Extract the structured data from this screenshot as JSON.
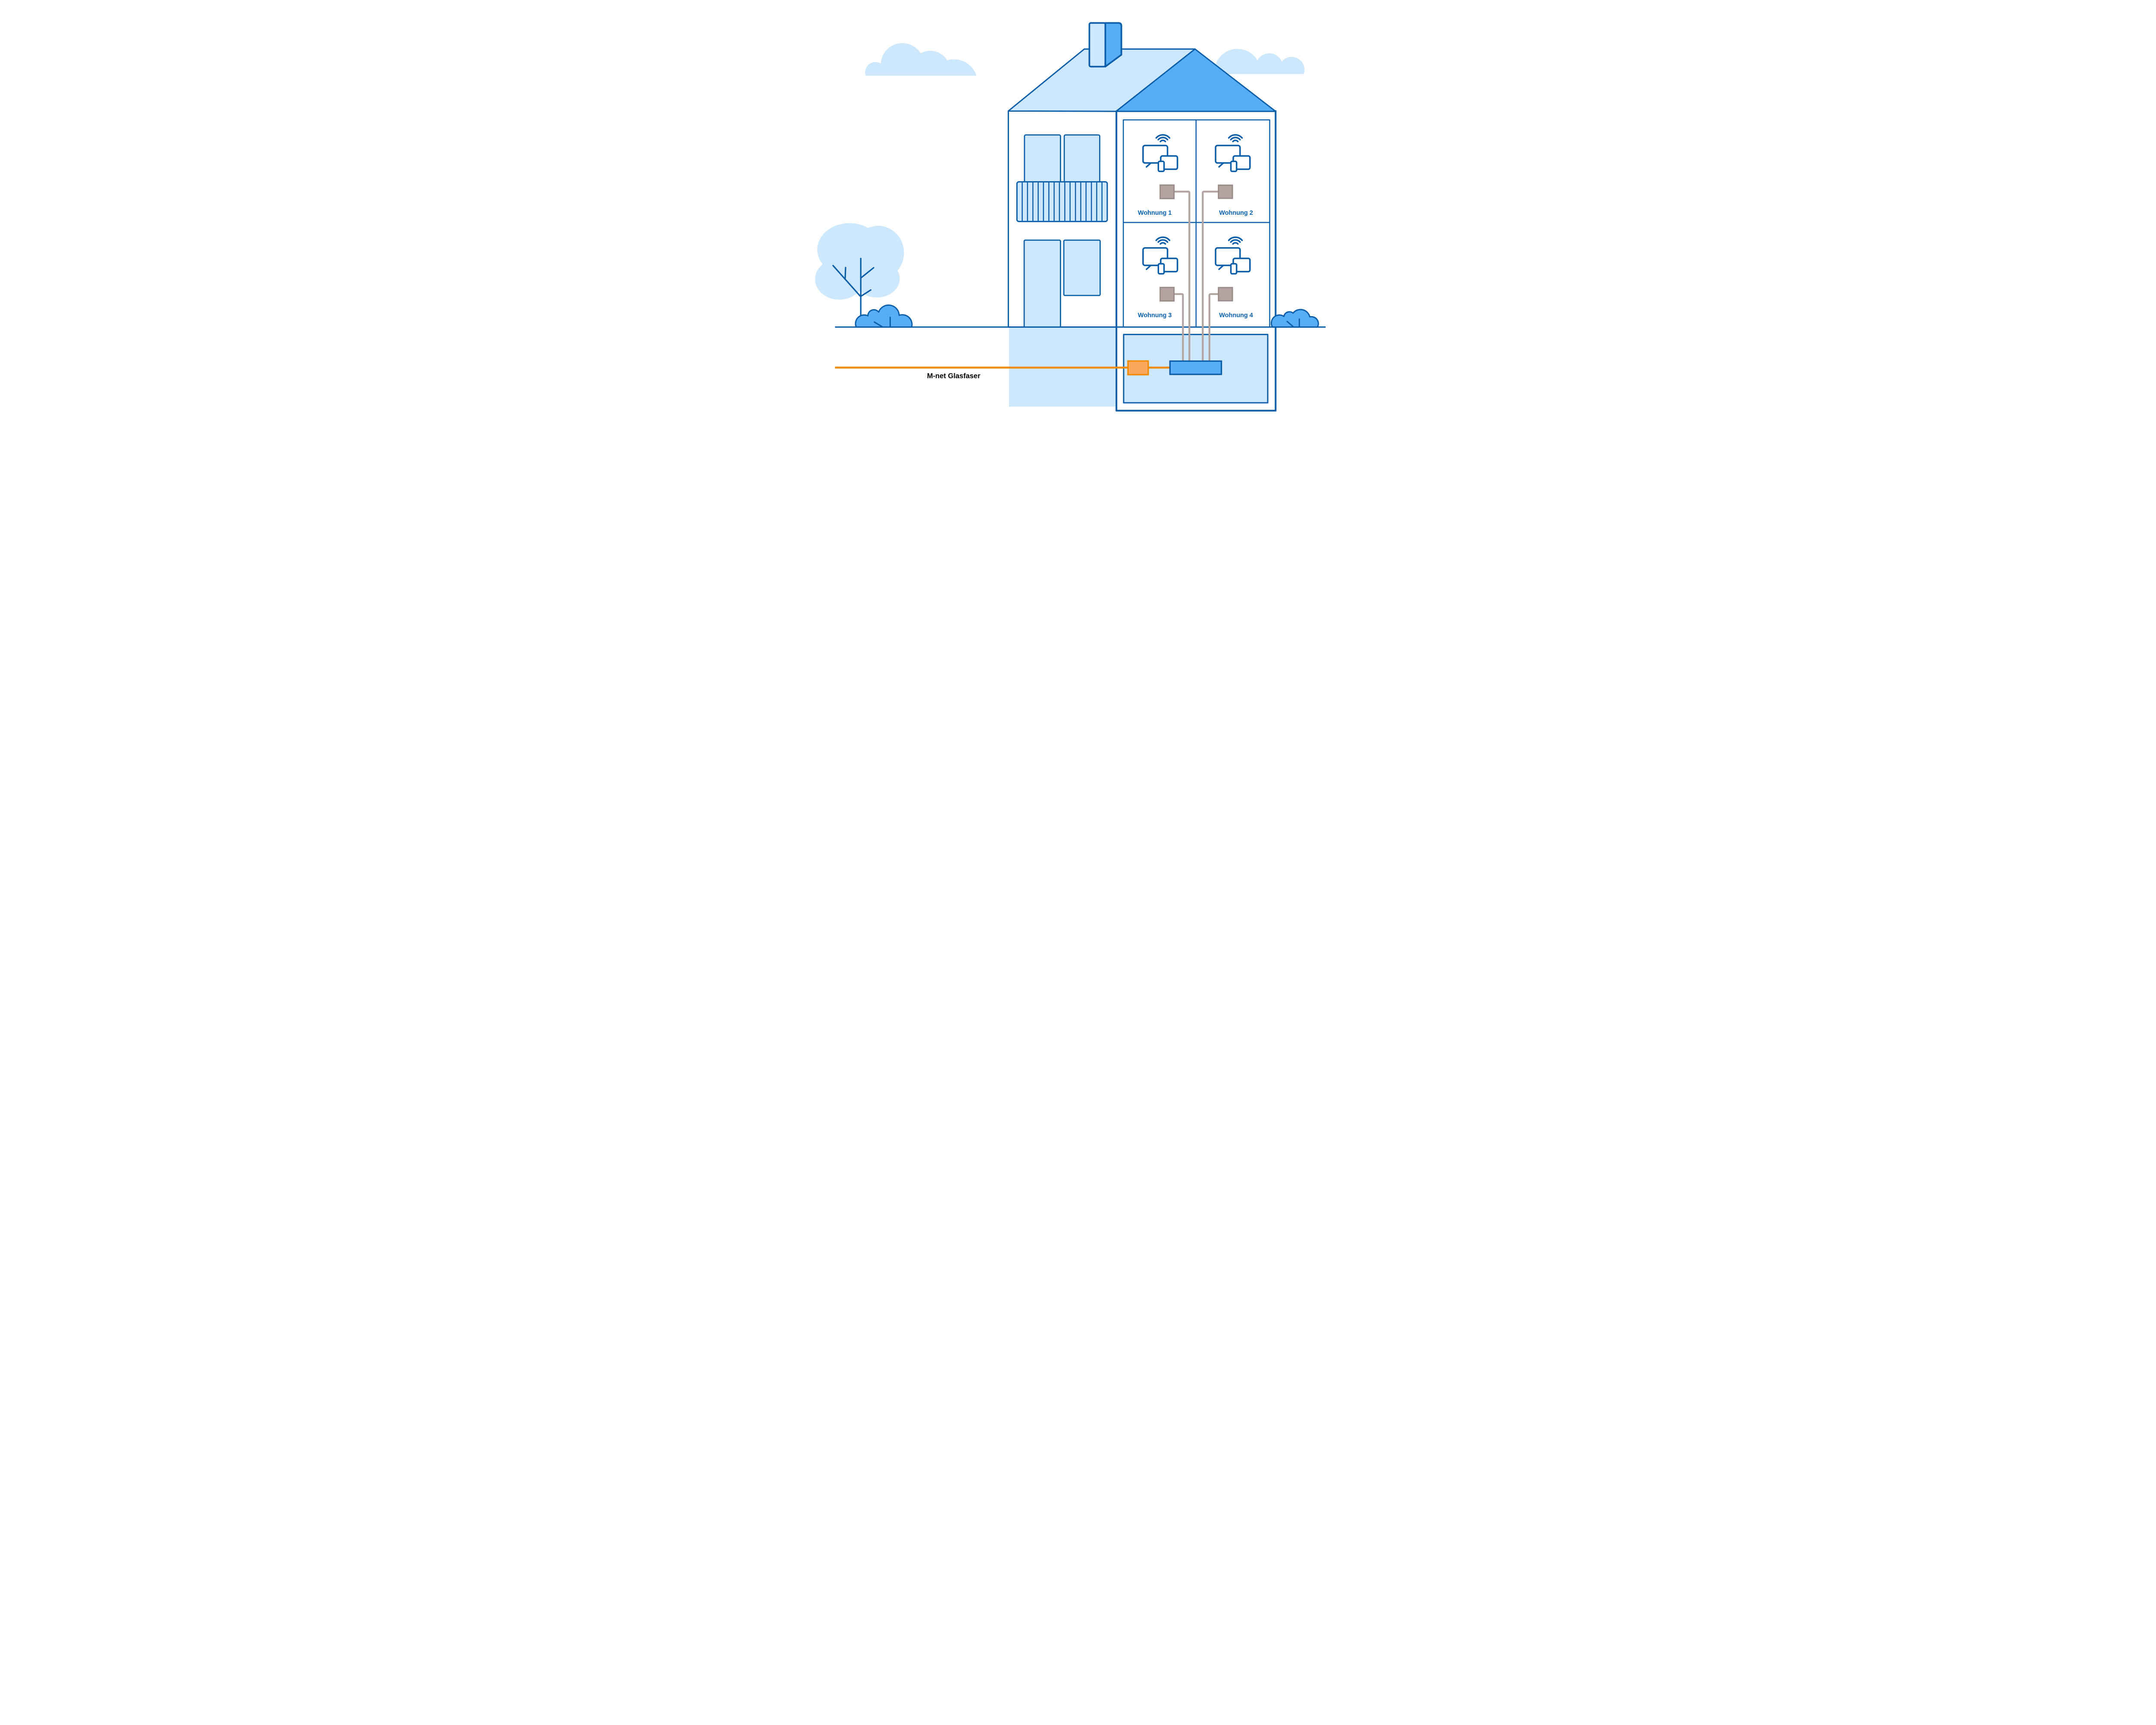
{
  "diagram": {
    "type": "fiber-connection-illustration",
    "fiber_label": "M-net Glasfaser",
    "apartments": [
      {
        "id": 1,
        "label": "Wohnung 1",
        "devices": [
          "wifi-icon",
          "tv-icon",
          "tablet-icon",
          "smartphone-icon"
        ],
        "socket": "wall-socket-icon"
      },
      {
        "id": 2,
        "label": "Wohnung 2",
        "devices": [
          "wifi-icon",
          "tv-icon",
          "tablet-icon",
          "smartphone-icon"
        ],
        "socket": "wall-socket-icon"
      },
      {
        "id": 3,
        "label": "Wohnung 3",
        "devices": [
          "wifi-icon",
          "tv-icon",
          "tablet-icon",
          "smartphone-icon"
        ],
        "socket": "wall-socket-icon"
      },
      {
        "id": 4,
        "label": "Wohnung 4",
        "devices": [
          "wifi-icon",
          "tv-icon",
          "tablet-icon",
          "smartphone-icon"
        ],
        "socket": "wall-socket-icon"
      }
    ],
    "basement": {
      "fiber_entry": "fiber-entry-box",
      "distributor": "building-distribution-box"
    },
    "colors": {
      "outline": "#0b5ea7",
      "label_blue": "#0a62ad",
      "light_blue": "#cde7fc",
      "mid_blue": "#58aef6",
      "white": "#ffffff",
      "cable_gray": "#b3a4a1",
      "socket_fill": "#b2a3a0",
      "socket_border": "#9b8b89",
      "fiber_orange": "#f08b00",
      "fiber_box_fill": "#faa75c",
      "text_black": "#000000"
    }
  }
}
